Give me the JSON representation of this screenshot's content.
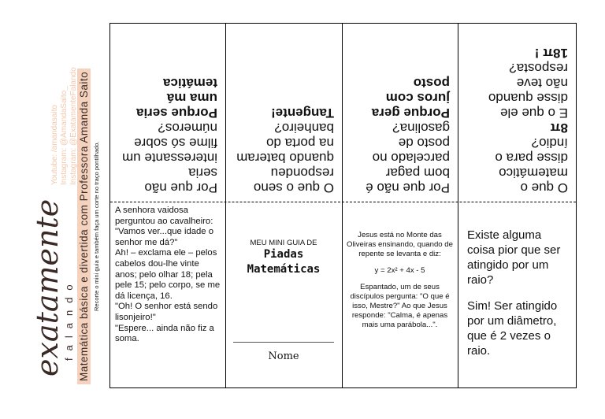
{
  "sidebar": {
    "logo": "exatamente",
    "logo_sub": "falando",
    "tagline": "Matemática básica e divertida com Professora Amanda Saito",
    "social": [
      "Youtube: /amandasaito",
      "Instagram: @AmandaSaito_",
      "Instagram: @ExatamenteFalando"
    ],
    "cut_instruction": "Recorte o mini guia e também faça um corte no traço pontilhado."
  },
  "top_row": [
    {
      "normal": "Por que não seria interessante um filme só sobre números?",
      "bold": "Porque seria uma má temática"
    },
    {
      "normal": "O que o seno respondeu quando bateram na porta do banheiro?",
      "bold": "Tangente!"
    },
    {
      "normal": "Por que não é bom pagar parcelado no posto de gasolina?",
      "bold": "Porque gera juros com posto"
    },
    {
      "normal": "O que o matemático disse para o índio?",
      "bold": "8π",
      "normal2": "E o que ele disse quando não teve resposta?",
      "bold2": "18π !"
    }
  ],
  "joke_cell": [
    "A senhora vaidosa perguntou ao cavalheiro:",
    "\"Vamos ver...que idade o senhor me dá?\"",
    "Ah! – exclama ele – pelos cabelos dou-lhe vinte anos; pelo olhar 18; pela pele 15; pelo corpo, se me dá licença, 16.",
    "\"Oh! O senhor está sendo lisonjeiro!\"",
    "\"Espere... ainda não fiz a soma."
  ],
  "cover": {
    "small": "MEU MINI GUIA DE",
    "title1": "Piadas",
    "title2": "Matemáticas",
    "name_label": "Nome"
  },
  "jesus_cell": {
    "p1": "Jesus está no Monte das Oliveiras ensinando, quando de repente se levanta e diz:",
    "eq": "y = 2x² + 4x - 5",
    "p2": "Espantado, um de seus discípulos pergunta: \"O que é isso, Mestre?\" Ao que Jesus responde: \"Calma, é apenas mais uma parábola...\"."
  },
  "raio_cell": {
    "q": "Existe alguma coisa pior que ser atingido por um raio?",
    "a": "Sim! Ser atingido por um diâmetro, que é 2 vezes o raio."
  }
}
